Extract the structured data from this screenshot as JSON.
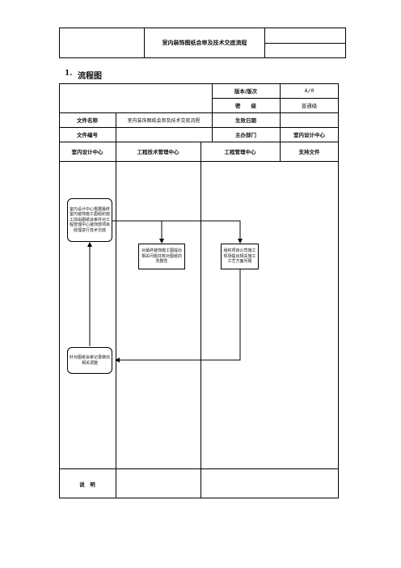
{
  "header": {
    "title": "室内装饰图纸会审及技术交底流程"
  },
  "section": {
    "number": "1.",
    "title": "流程图"
  },
  "info": {
    "version_label": "版本/版次",
    "version_value": "A/0",
    "secret_label": "密　　级",
    "secret_value": "普通级",
    "doc_name_label": "文件名称",
    "doc_name_value": "室内装饰图纸会审及技术交底流程",
    "effective_label": "生效日期",
    "effective_value": "",
    "doc_no_label": "文件编号",
    "doc_no_value": "",
    "dept_label": "主办部门",
    "dept_value": "室内设计中心"
  },
  "columns": [
    "室内设计中心",
    "工程技术管理中心",
    "工程管理中心",
    "支持文件"
  ],
  "flow": {
    "box1": "室内设计中心根据最终室内装饰施工图组织施工前由图纸会审并对工程管理中心装饰部项目经理进行技术交底",
    "box2": "对最终装饰施工图提出相关问题并核对图纸的完整性",
    "box3": "组织项目公司施工现场提出相关施工工艺方面问题",
    "box4": "针对图纸会审记录做出相关调整"
  },
  "footer": {
    "note_label": "说　明"
  }
}
